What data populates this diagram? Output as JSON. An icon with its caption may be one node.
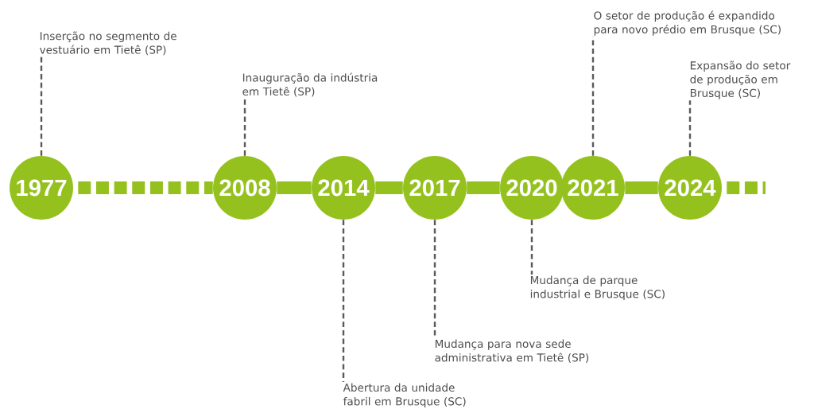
{
  "diagram": {
    "nodes": [
      {
        "text": [
          "1977"
        ]
      },
      {
        "text": [
          "2008"
        ]
      },
      {
        "text": [
          "2014"
        ]
      },
      {
        "text": [
          "2017"
        ]
      },
      {
        "text": [
          "2020"
        ]
      },
      {
        "text": [
          "2021"
        ]
      },
      {
        "text": [
          "2024"
        ]
      },
      {
        "text": [
          "Inserção no segmento de vestuário em Tietê (SP)"
        ]
      },
      {
        "text": [
          "Inauguração da indústria em Tietê (SP)"
        ]
      },
      {
        "text": [
          "Abertura da unidade fabril em Brusque (SC)"
        ]
      },
      {
        "text": [
          "Mudança para nova sede administrativa em Tietê (SP)"
        ]
      },
      {
        "text": [
          "Mudança de parque industrial e Brusque (SC)"
        ]
      },
      {
        "text": [
          "O setor de produção é expandido para novo prédio em Brusque (SC)"
        ]
      },
      {
        "text": [
          "Expansão do setor de produção em Brusque (SC)"
        ]
      }
    ],
    "edges": [
      {
        "from": 0,
        "to": 1,
        "arrow": "none",
        "style": "dashed",
        "color": "#95c11f"
      },
      {
        "from": 1,
        "to": 2,
        "arrow": "none",
        "style": "thick",
        "color": "#95c11f"
      },
      {
        "from": 2,
        "to": 3,
        "arrow": "none",
        "style": "thick",
        "color": "#95c11f"
      },
      {
        "from": 3,
        "to": 4,
        "arrow": "none",
        "style": "thick",
        "color": "#95c11f"
      },
      {
        "from": 5,
        "to": 6,
        "arrow": "none",
        "style": "thick",
        "color": "#95c11f"
      },
      {
        "from": 6,
        "to": null,
        "arrow": "none",
        "style": "dashed",
        "color": "#95c11f"
      },
      {
        "from": 0,
        "to": 7,
        "arrow": "none",
        "style": "dashed",
        "color": "#5a5a5a"
      },
      {
        "from": 1,
        "to": 8,
        "arrow": "none",
        "style": "dashed",
        "color": "#5a5a5a"
      },
      {
        "from": 2,
        "to": 9,
        "arrow": "none",
        "style": "dashed",
        "color": "#5a5a5a"
      },
      {
        "from": 3,
        "to": 10,
        "arrow": "none",
        "style": "dashed",
        "color": "#5a5a5a"
      },
      {
        "from": 4,
        "to": 11,
        "arrow": "none",
        "style": "dashed",
        "color": "#5a5a5a"
      },
      {
        "from": 5,
        "to": 12,
        "arrow": "none",
        "style": "dashed",
        "color": "#5a5a5a"
      },
      {
        "from": 6,
        "to": 13,
        "arrow": "none",
        "style": "dashed",
        "color": "#5a5a5a"
      }
    ]
  }
}
